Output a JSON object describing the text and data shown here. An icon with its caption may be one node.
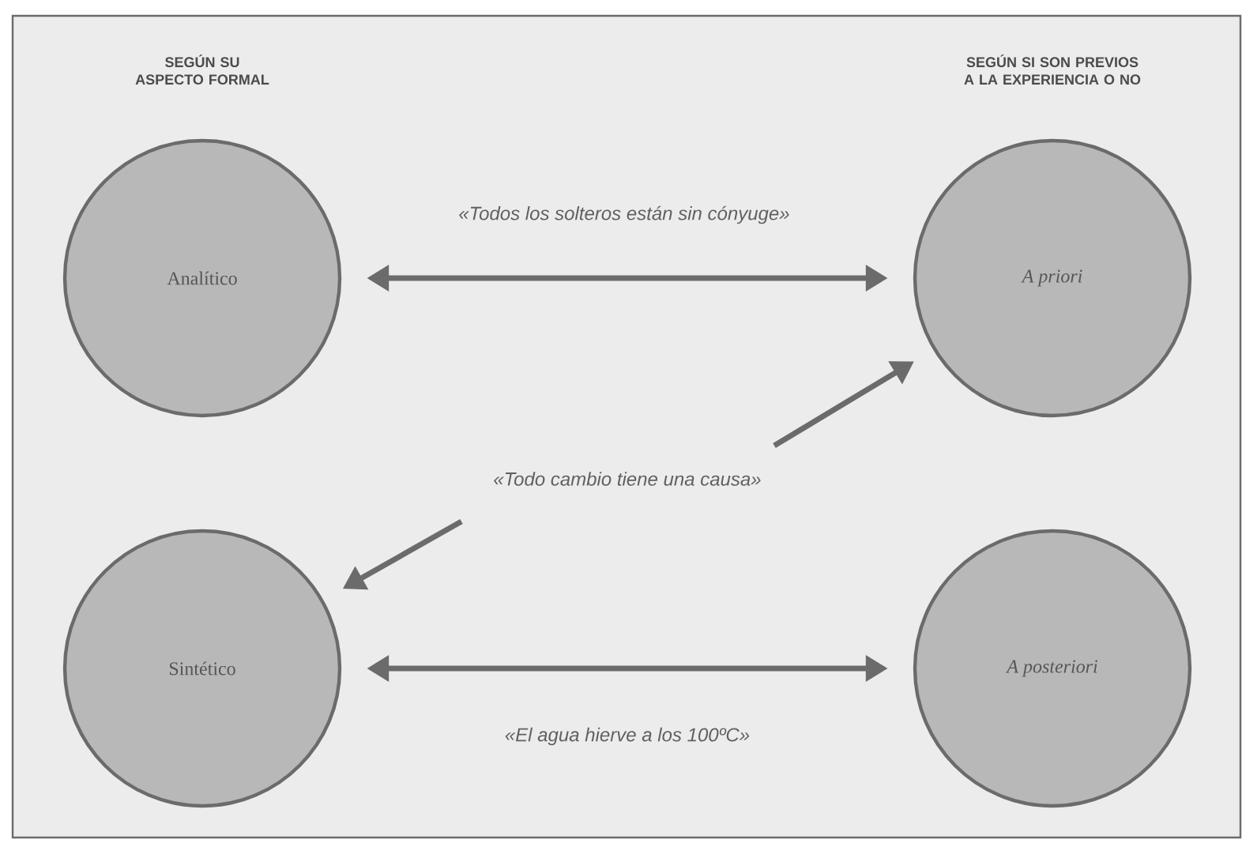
{
  "diagram": {
    "nodes": [
      {
        "text": [
          "Analítico"
        ]
      },
      {
        "text": [
          "A priori"
        ]
      },
      {
        "text": [
          "Sintético"
        ]
      },
      {
        "text": [
          "A posteriori"
        ]
      },
      {
        "text": [
          "«Todo cambio tiene una causa»"
        ]
      }
    ],
    "edges": [
      {
        "from": 0,
        "to": 1,
        "arrow": "both",
        "label": "«Todos los solteros están sin cónyuge»"
      },
      {
        "from": 2,
        "to": 3,
        "arrow": "both",
        "label": "«El agua hierve a los 100ºC»"
      },
      {
        "from": 4,
        "to": 1,
        "arrow": "to"
      },
      {
        "from": 4,
        "to": 2,
        "arrow": "to"
      }
    ],
    "labels": [
      "SEGÚN SU ASPECTO FORMAL",
      "SEGÚN SI SON PREVIOS A LA EXPERIENCIA O NO"
    ]
  }
}
